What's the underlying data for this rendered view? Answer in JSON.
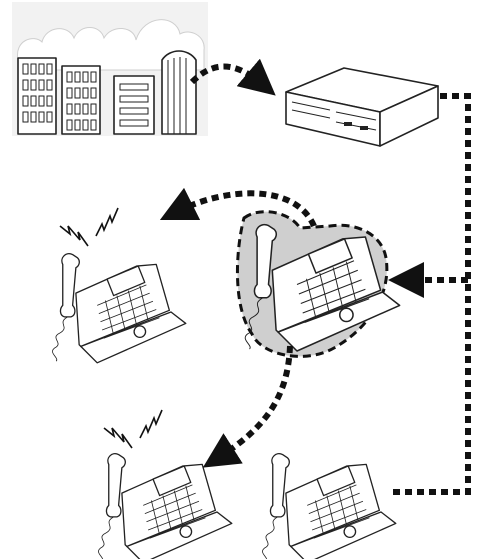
{
  "diagram": {
    "nodes": [
      {
        "id": "office-buildings",
        "kind": "building-group"
      },
      {
        "id": "pbx-unit",
        "kind": "telephone-system"
      },
      {
        "id": "caller-phone",
        "kind": "desk-phone",
        "state": "off-hook",
        "highlighted": true
      },
      {
        "id": "ringing-phone-top",
        "kind": "desk-phone",
        "state": "ringing"
      },
      {
        "id": "ringing-phone-bottom",
        "kind": "desk-phone",
        "state": "ringing"
      },
      {
        "id": "idle-phone",
        "kind": "desk-phone",
        "state": "idle"
      }
    ],
    "links": [
      {
        "from": "office-buildings",
        "to": "pbx-unit",
        "style": "dashed",
        "arrow": true
      },
      {
        "from": "pbx-unit",
        "to": "caller-phone",
        "style": "dashed",
        "arrow": true
      },
      {
        "from": "pbx-unit",
        "to": "idle-phone",
        "style": "dashed",
        "arrow": false
      },
      {
        "from": "caller-phone",
        "to": "ringing-phone-top",
        "style": "dashed",
        "arrow": true
      },
      {
        "from": "caller-phone",
        "to": "ringing-phone-bottom",
        "style": "dashed",
        "arrow": true
      }
    ],
    "colors": {
      "sky": "#f2f2f2",
      "cloud": "#ffffff",
      "building_fill": "#ffffff",
      "highlight": "#cfcfcf",
      "line": "#111111"
    }
  }
}
